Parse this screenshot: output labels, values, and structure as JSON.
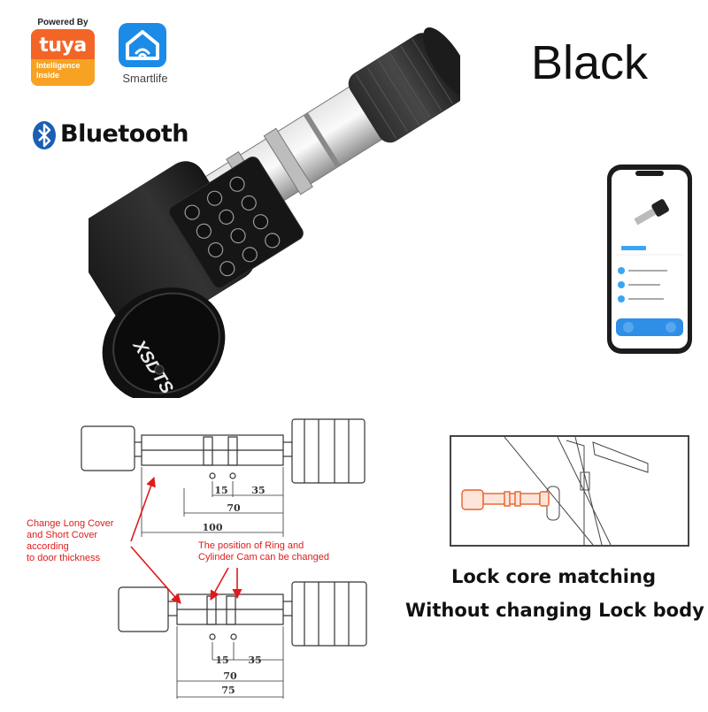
{
  "tuya_badge": {
    "powered_by": "Powered By",
    "brand": "tuya",
    "line1": "Intelligence",
    "line2": "Inside"
  },
  "smartlife": {
    "label": "Smartlife"
  },
  "bluetooth": {
    "label": "Bluetooth"
  },
  "color_title": "Black",
  "product": {
    "brand_mark": "XSDTS"
  },
  "diagram": {
    "top_dims": {
      "a": "15",
      "b": "35",
      "c": "70",
      "d": "100"
    },
    "bottom_dims": {
      "a": "15",
      "b": "35",
      "c": "70",
      "d": "75"
    }
  },
  "notes": {
    "cover": [
      "Change Long Cover",
      "and Short Cover",
      "according",
      "to door thickness"
    ],
    "ring": [
      "The position of Ring and",
      "Cylinder Cam can be changed"
    ]
  },
  "captions": {
    "line1": "Lock core matching",
    "line2": "Without changing Lock body"
  },
  "colors": {
    "tuya_orange": "#f26527",
    "smartlife_blue": "#1c8be8",
    "annotation_red": "#e01a1a",
    "highlight_orange": "#e8612c"
  }
}
